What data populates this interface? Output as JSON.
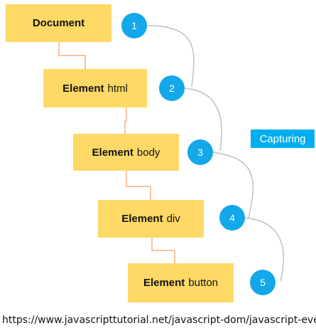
{
  "nodes": [
    {
      "bold": "Document",
      "rest": ""
    },
    {
      "bold": "Element",
      "rest": "html"
    },
    {
      "bold": "Element",
      "rest": "body"
    },
    {
      "bold": "Element",
      "rest": "div"
    },
    {
      "bold": "Element",
      "rest": "button"
    }
  ],
  "steps": [
    "1",
    "2",
    "3",
    "4",
    "5"
  ],
  "phase_label": "Capturing",
  "source_url": "https://www.javascripttutorial.net/javascript-dom/javascript-events/",
  "colors": {
    "node_fill": "#ffd966",
    "connector": "#f4b183",
    "badge": "#12a8ea",
    "flow_curve": "#bfbfbf",
    "phase_label_bg": "#00aeef"
  }
}
